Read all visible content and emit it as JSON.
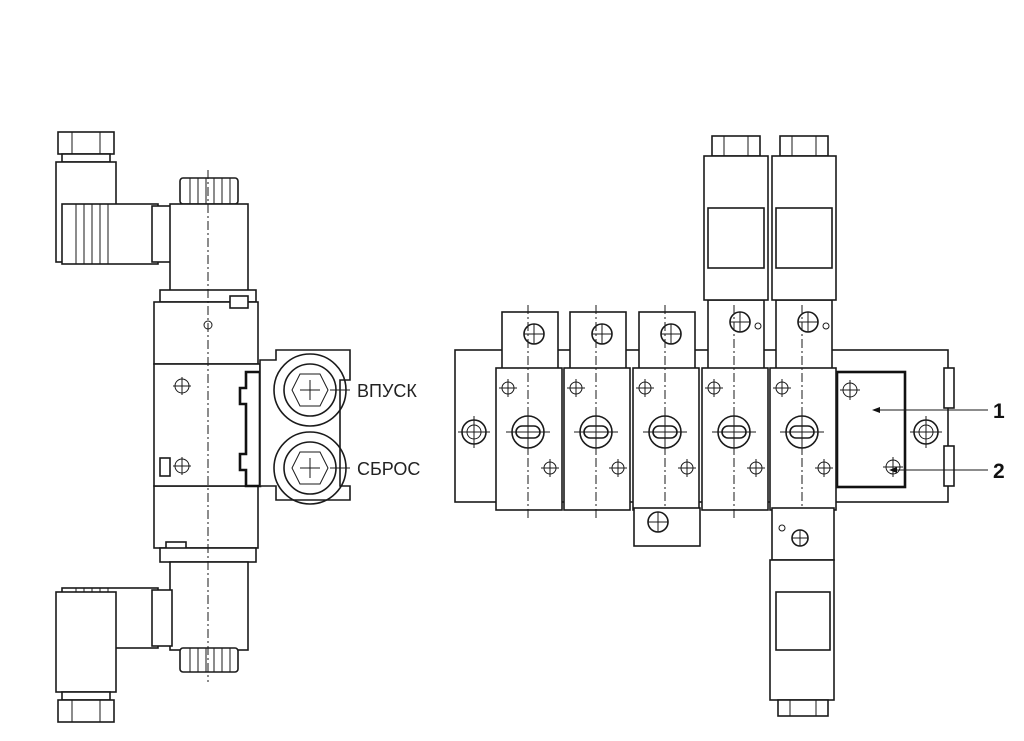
{
  "labels": {
    "inlet": "ВПУСК",
    "exhaust": "СБРОС"
  },
  "callouts": {
    "one": "1",
    "two": "2"
  },
  "colors": {
    "line": "#1a1a1a",
    "background": "#ffffff"
  }
}
